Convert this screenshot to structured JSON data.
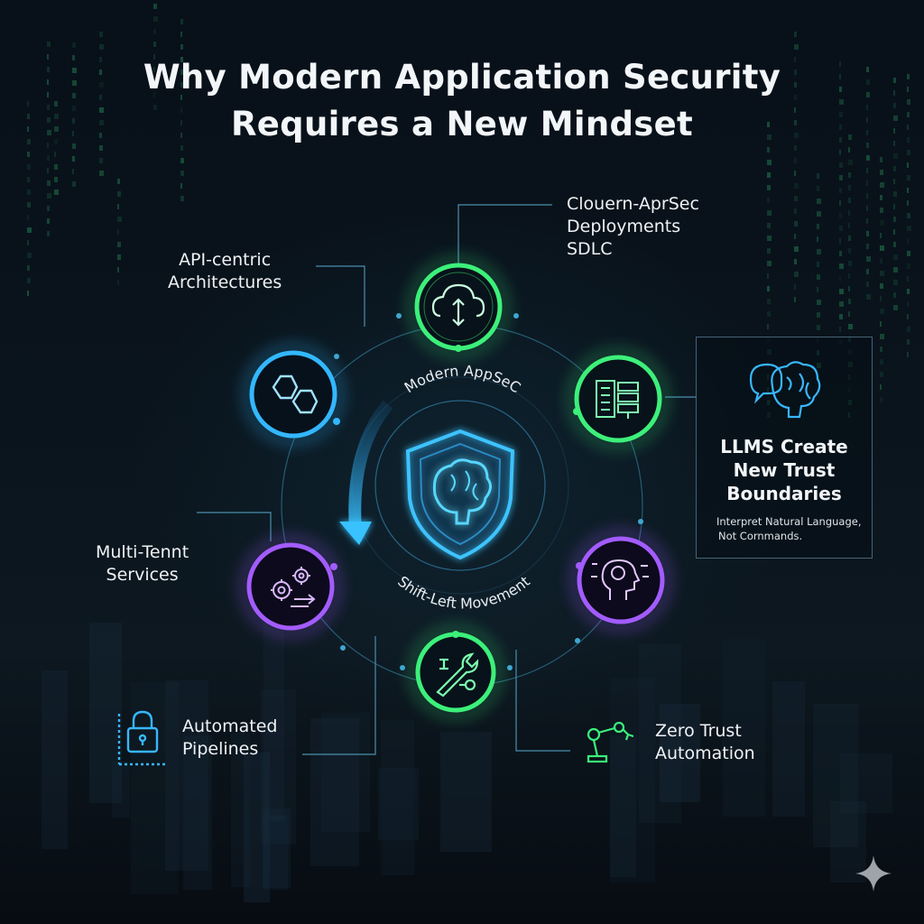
{
  "title": {
    "line1": "Why Modern Application Security",
    "line2": "Requires a New Mindset"
  },
  "center": {
    "top_label": "Modern AppSeC",
    "bottom_label": "Shift-Left Movement",
    "icon": "brain-shield-icon"
  },
  "nodes": [
    {
      "key": "cloud",
      "icon": "cloud-sync-icon",
      "color": "#3cf07a"
    },
    {
      "key": "server",
      "icon": "server-building-icon",
      "color": "#3cf07a"
    },
    {
      "key": "ai-head",
      "icon": "ai-head-icon",
      "color": "#a35cff"
    },
    {
      "key": "tools",
      "icon": "wrench-tools-icon",
      "color": "#3cf07a"
    },
    {
      "key": "gears",
      "icon": "gears-arrow-icon",
      "color": "#a35cff"
    },
    {
      "key": "hexagons",
      "icon": "hexagon-link-icon",
      "color": "#33b7ff"
    }
  ],
  "labels": {
    "cloud": {
      "line1": "Clouern-AprSec",
      "line2": "Deployments",
      "line3": "SDLC"
    },
    "api": {
      "line1": "API-centric",
      "line2": "Architectures"
    },
    "multi": {
      "line1": "Multi-Tennt",
      "line2": "Services"
    },
    "pipelines": {
      "line1": "Automated",
      "line2": "Pipelines",
      "icon": "padlock-icon"
    },
    "zero_trust": {
      "line1": "Zero Trust",
      "line2": "Automation",
      "icon": "robot-arm-icon"
    }
  },
  "panel": {
    "icon": "brain-chat-icon",
    "heading_line1": "LLMS Create",
    "heading_line2": "New Trust",
    "heading_line3": "Boundaries",
    "sub_line1": "Interpret Natural Language,",
    "sub_line2": "Not Cornmands."
  },
  "colors": {
    "green": "#3cf07a",
    "blue": "#33b7ff",
    "purple": "#a35cff",
    "background": "#060b12"
  },
  "watermark_icon": "sparkle-icon"
}
